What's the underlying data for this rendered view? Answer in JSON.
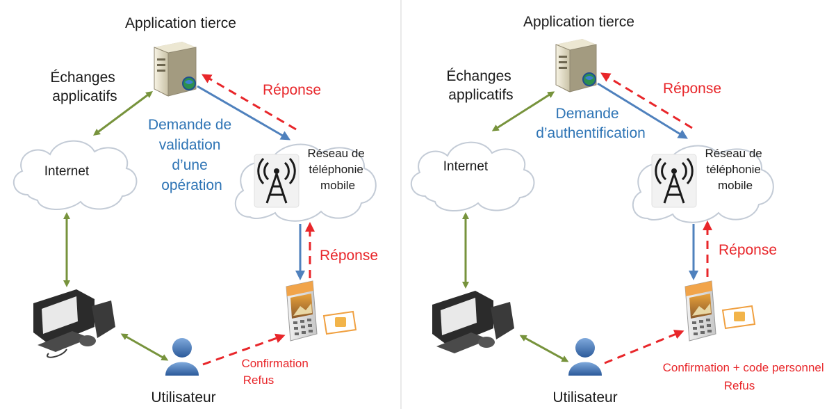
{
  "colors": {
    "exchange_arrow": "#77933c",
    "request_arrow": "#4f81bd",
    "response_arrow": "#e8262a",
    "label_blue": "#2e74b5",
    "label_red": "#e8262a"
  },
  "panels": [
    {
      "app_title": "Application tierce",
      "exchanges": [
        "Échanges",
        "applicatifs"
      ],
      "internet": "Internet",
      "request": [
        "Demande de",
        "validation",
        "d’une",
        "opération"
      ],
      "response_top": "Réponse",
      "network": [
        "Réseau de",
        "téléphonie",
        "mobile"
      ],
      "response_bottom": "Réponse",
      "user": "Utilisateur",
      "user_action": [
        "Confirmation",
        "Refus"
      ]
    },
    {
      "app_title": "Application tierce",
      "exchanges": [
        "Échanges",
        "applicatifs"
      ],
      "internet": "Internet",
      "request": [
        "Demande",
        "d’authentification"
      ],
      "response_top": "Réponse",
      "network": [
        "Réseau de",
        "téléphonie",
        "mobile"
      ],
      "response_bottom": "Réponse",
      "user": "Utilisateur",
      "user_action": [
        "Confirmation + code personnel",
        "Refus"
      ]
    }
  ]
}
